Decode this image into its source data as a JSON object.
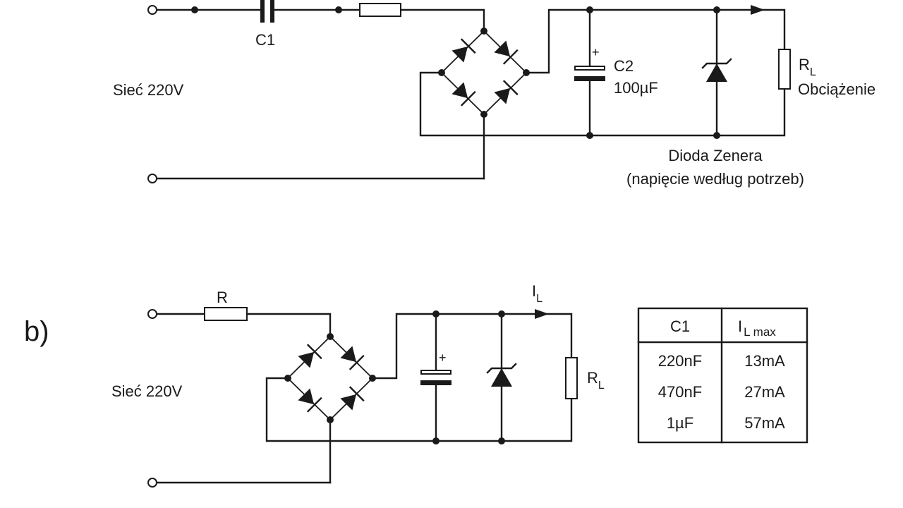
{
  "circuit_a": {
    "c1_label": "C1",
    "mains_label": "Sieć 220V",
    "c2_label": "C2",
    "c2_value": "100µF",
    "c2_plus": "+",
    "rl_label_main": "R",
    "rl_label_sub": "L",
    "load_label": "Obciążenie",
    "zener_label": "Dioda Zenera",
    "zener_note": "(napięcie według potrzeb)"
  },
  "circuit_b": {
    "label": "b)",
    "r_label": "R",
    "mains_label": "Sieć 220V",
    "cap_plus": "+",
    "il_main": "I",
    "il_sub": "L",
    "rl_label_main": "R",
    "rl_label_sub": "L"
  },
  "table": {
    "headers": [
      "C1",
      "I"
    ],
    "header_sub": "L max",
    "rows": [
      [
        "220nF",
        "13mA"
      ],
      [
        "470nF",
        "27mA"
      ],
      [
        "1µF",
        "57mA"
      ]
    ]
  }
}
